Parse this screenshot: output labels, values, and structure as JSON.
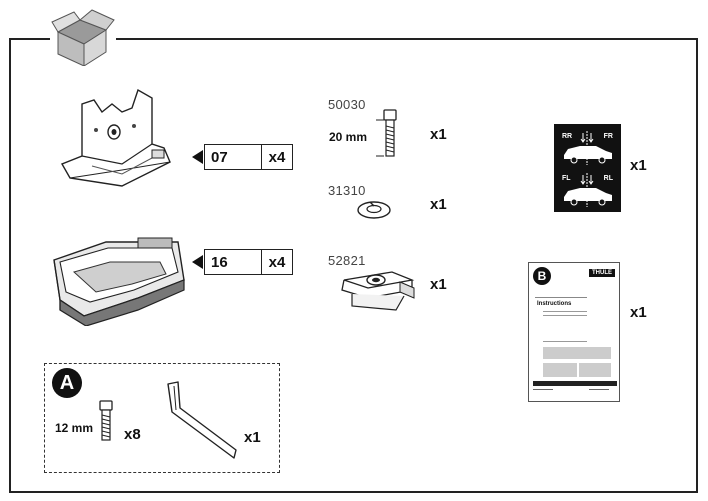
{
  "diagram": {
    "parts": [
      {
        "name": "foot",
        "code": "07",
        "count": "x4"
      },
      {
        "name": "foot-pad",
        "code": "16",
        "count": "x4"
      }
    ],
    "screws": [
      {
        "part_no": "50030",
        "dimension": "20 mm",
        "count": "x1"
      },
      {
        "part_no": "31310",
        "count": "x1"
      },
      {
        "part_no": "52821",
        "count": "x1"
      }
    ],
    "sticker": {
      "labels": [
        "RR",
        "FR",
        "FL",
        "RL"
      ],
      "count": "x1"
    },
    "manual": {
      "badge": "B",
      "brand": "THULE",
      "title": "Instructions",
      "count": "x1"
    },
    "kit_a": {
      "badge": "A",
      "screw_dimension": "12 mm",
      "screw_count": "x8",
      "key_count": "x1"
    }
  }
}
